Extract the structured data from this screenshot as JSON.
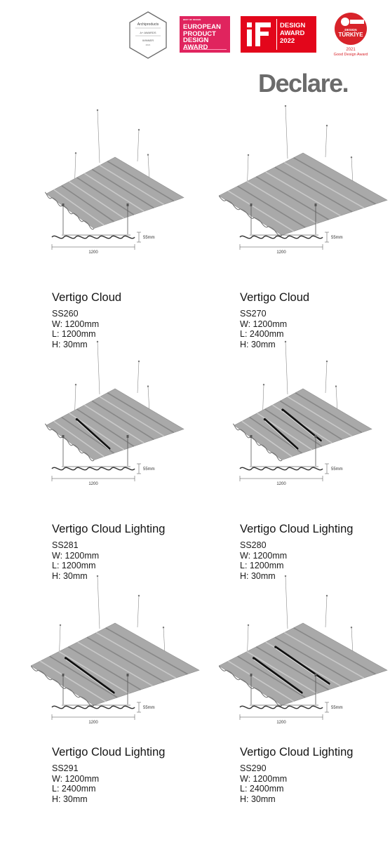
{
  "awards": {
    "archiproducts": {
      "brand": "Archiproducts",
      "line1": "A+ AWARDS",
      "line2": "WINNER",
      "line3": "2021"
    },
    "epda": {
      "small": "BEST OF DESIGN",
      "big": "EUROPEAN PRODUCT DESIGN AWARD"
    },
    "if": {
      "line1": "DESIGN",
      "line2": "AWARD",
      "line3": "2022"
    },
    "turkiye": {
      "line1": "DESIGN",
      "line2": "TÜRKİYE",
      "year": "2021",
      "caption": "Good Design Award"
    }
  },
  "brand": {
    "name": "Declare."
  },
  "dimensions": {
    "width": "1200",
    "height": "55mm"
  },
  "colors": {
    "felt": "#a3a3a3",
    "text": "#141414",
    "epda": "#e0245e",
    "if": "#e3061b",
    "turkiye": "#d8232a",
    "brand": "#6b6b6b"
  },
  "products": [
    {
      "name": "Vertigo Cloud",
      "code": "SS260",
      "width": "W: 1200mm",
      "length": "L: 1200mm",
      "height": "H: 30mm",
      "lights": 0,
      "long": false
    },
    {
      "name": "Vertigo Cloud",
      "code": "SS270",
      "width": "W: 1200mm",
      "length": "L: 2400mm",
      "height": "H: 30mm",
      "lights": 0,
      "long": true
    },
    {
      "name": "Vertigo Cloud Lighting",
      "code": "SS281",
      "width": "W: 1200mm",
      "length": "L: 1200mm",
      "height": "H: 30mm",
      "lights": 1,
      "long": false
    },
    {
      "name": "Vertigo Cloud Lighting",
      "code": "SS280",
      "width": "W: 1200mm",
      "length": "L: 1200mm",
      "height": "H: 30mm",
      "lights": 2,
      "long": false
    },
    {
      "name": "Vertigo Cloud Lighting",
      "code": "SS291",
      "width": "W: 1200mm",
      "length": "L: 2400mm",
      "height": "H: 30mm",
      "lights": 1,
      "long": true
    },
    {
      "name": "Vertigo Cloud Lighting",
      "code": "SS290",
      "width": "W: 1200mm",
      "length": "L: 2400mm",
      "height": "H: 30mm",
      "lights": 2,
      "long": true
    }
  ]
}
